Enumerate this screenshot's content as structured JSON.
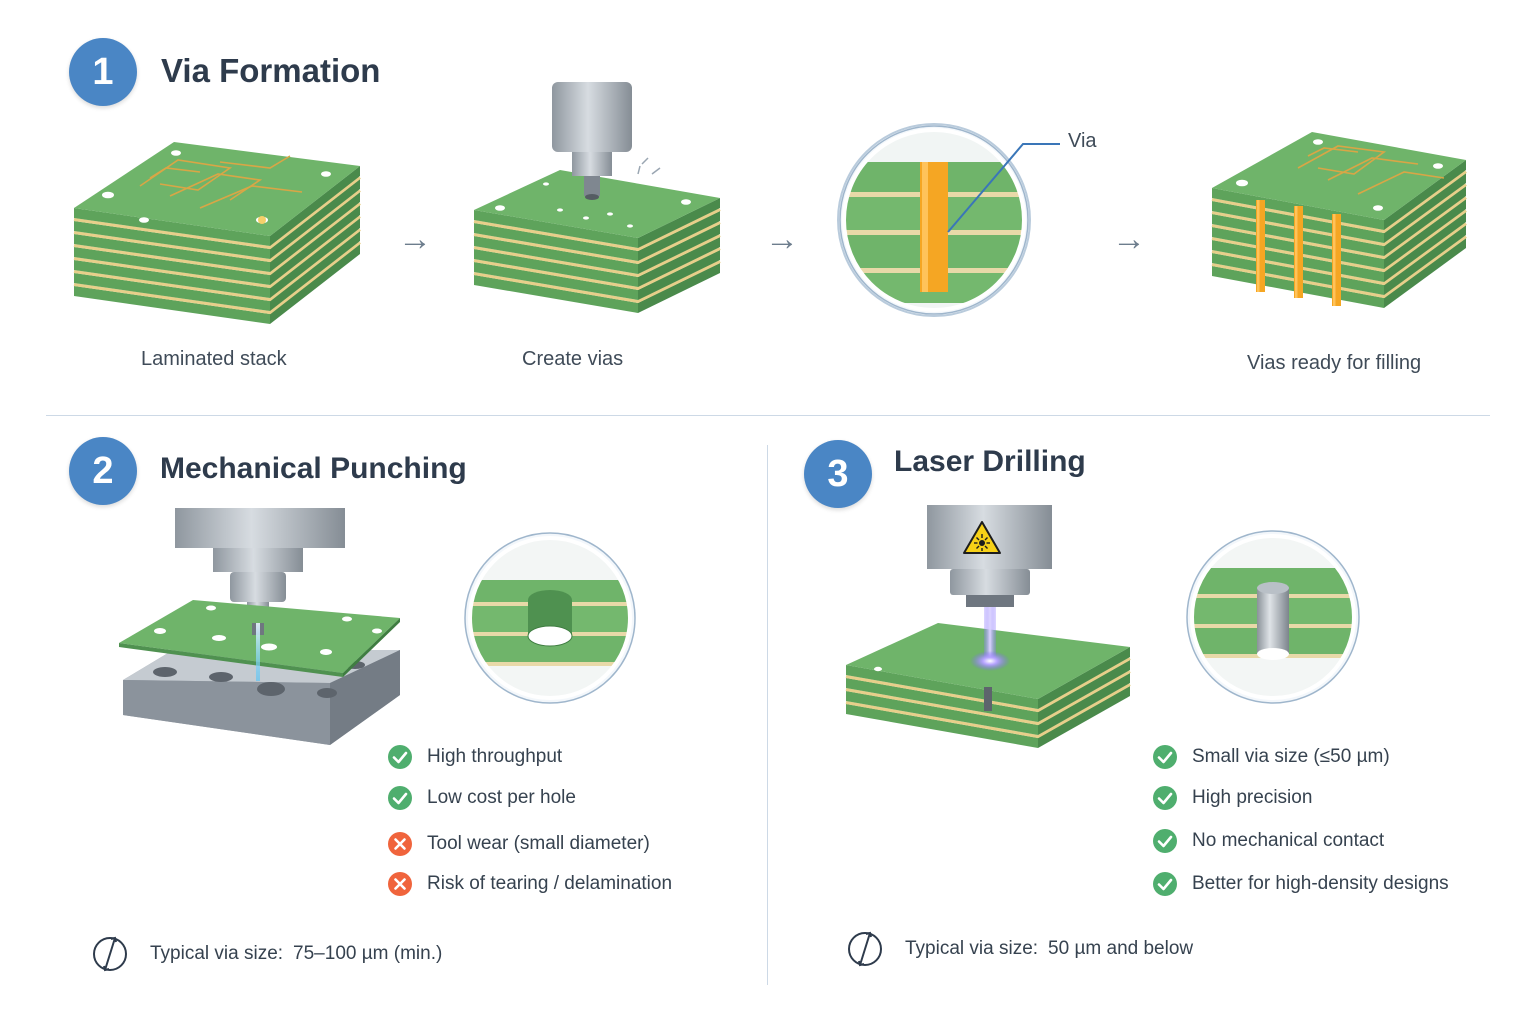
{
  "section1": {
    "number": "1",
    "title": "Via Formation",
    "steps": [
      {
        "caption": "Laminated stack"
      },
      {
        "caption": "Create vias"
      },
      {
        "caption": ""
      },
      {
        "caption": "Vias ready for filling"
      }
    ],
    "callout_label": "Via",
    "arrow_glyph": "→"
  },
  "section2": {
    "number": "2",
    "title": "Mechanical Punching",
    "features": [
      {
        "text": "High throughput",
        "kind": "pro"
      },
      {
        "text": "Low cost per hole",
        "kind": "pro"
      },
      {
        "text": "Tool wear (small diameter)",
        "kind": "con"
      },
      {
        "text": "Risk of tearing / delamination",
        "kind": "con"
      }
    ],
    "size_label": "Typical via size:",
    "size_value": "75–100 µm (min.)"
  },
  "section3": {
    "number": "3",
    "title": "Laser Drilling",
    "features": [
      {
        "text": "Small via size (≤50 µm)",
        "kind": "pro"
      },
      {
        "text": "High precision",
        "kind": "pro"
      },
      {
        "text": "No mechanical contact",
        "kind": "pro"
      },
      {
        "text": "Better for high-density designs",
        "kind": "pro"
      }
    ],
    "size_label": "Typical via size:",
    "size_value": "50 µm and below"
  },
  "colors": {
    "badge": "#4a86c5",
    "pcb_green": "#6fb46a",
    "pcb_dark": "#4f9150",
    "copper": "#d9a646",
    "via_orange": "#f5a623",
    "pro_green": "#4fae6e",
    "con_red": "#f0643c",
    "steel": "#a9b1ba"
  },
  "icons": {
    "pro": "check-circle-icon",
    "con": "x-circle-icon",
    "size": "diameter-icon",
    "laser_warning": "laser-warning-icon"
  }
}
